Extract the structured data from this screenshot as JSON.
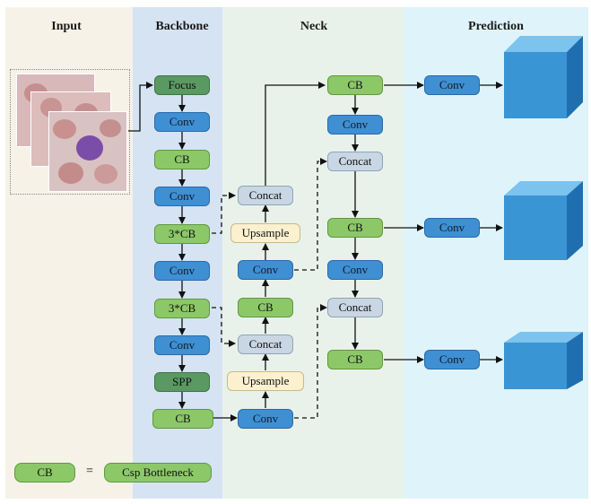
{
  "headers": {
    "input": "Input",
    "backbone": "Backbone",
    "neck": "Neck",
    "prediction": "Prediction"
  },
  "backbone": {
    "focus": "Focus",
    "conv1": "Conv",
    "cb1": "CB",
    "conv2": "Conv",
    "cb3_1": "3*CB",
    "conv3": "Conv",
    "cb3_2": "3*CB",
    "conv4": "Conv",
    "spp": "SPP",
    "cb_last": "CB"
  },
  "neck": {
    "concat1": "Concat",
    "upsample1": "Upsample",
    "conv1": "Conv",
    "cb1": "CB",
    "concat2": "Concat",
    "upsample2": "Upsample",
    "conv2": "Conv",
    "cb_top": "CB",
    "conv_top": "Conv",
    "concat_top": "Concat",
    "cb_mid": "CB",
    "conv_mid": "Conv",
    "concat_mid": "Concat",
    "cb_bot": "CB"
  },
  "prediction": {
    "conv1": "Conv",
    "conv2": "Conv",
    "conv3": "Conv"
  },
  "legend": {
    "cb": "CB",
    "equals": "=",
    "meaning": "Csp Bottleneck"
  },
  "colors": {
    "conv": "#3f8fd3",
    "cb": "#8cc868",
    "focus": "#5a9a62",
    "concat": "#c9d6e3",
    "upsample": "#fbf1cf",
    "cube_front": "#3a95d4",
    "cube_top": "#7cc3ee",
    "cube_side": "#1f6fb0"
  }
}
